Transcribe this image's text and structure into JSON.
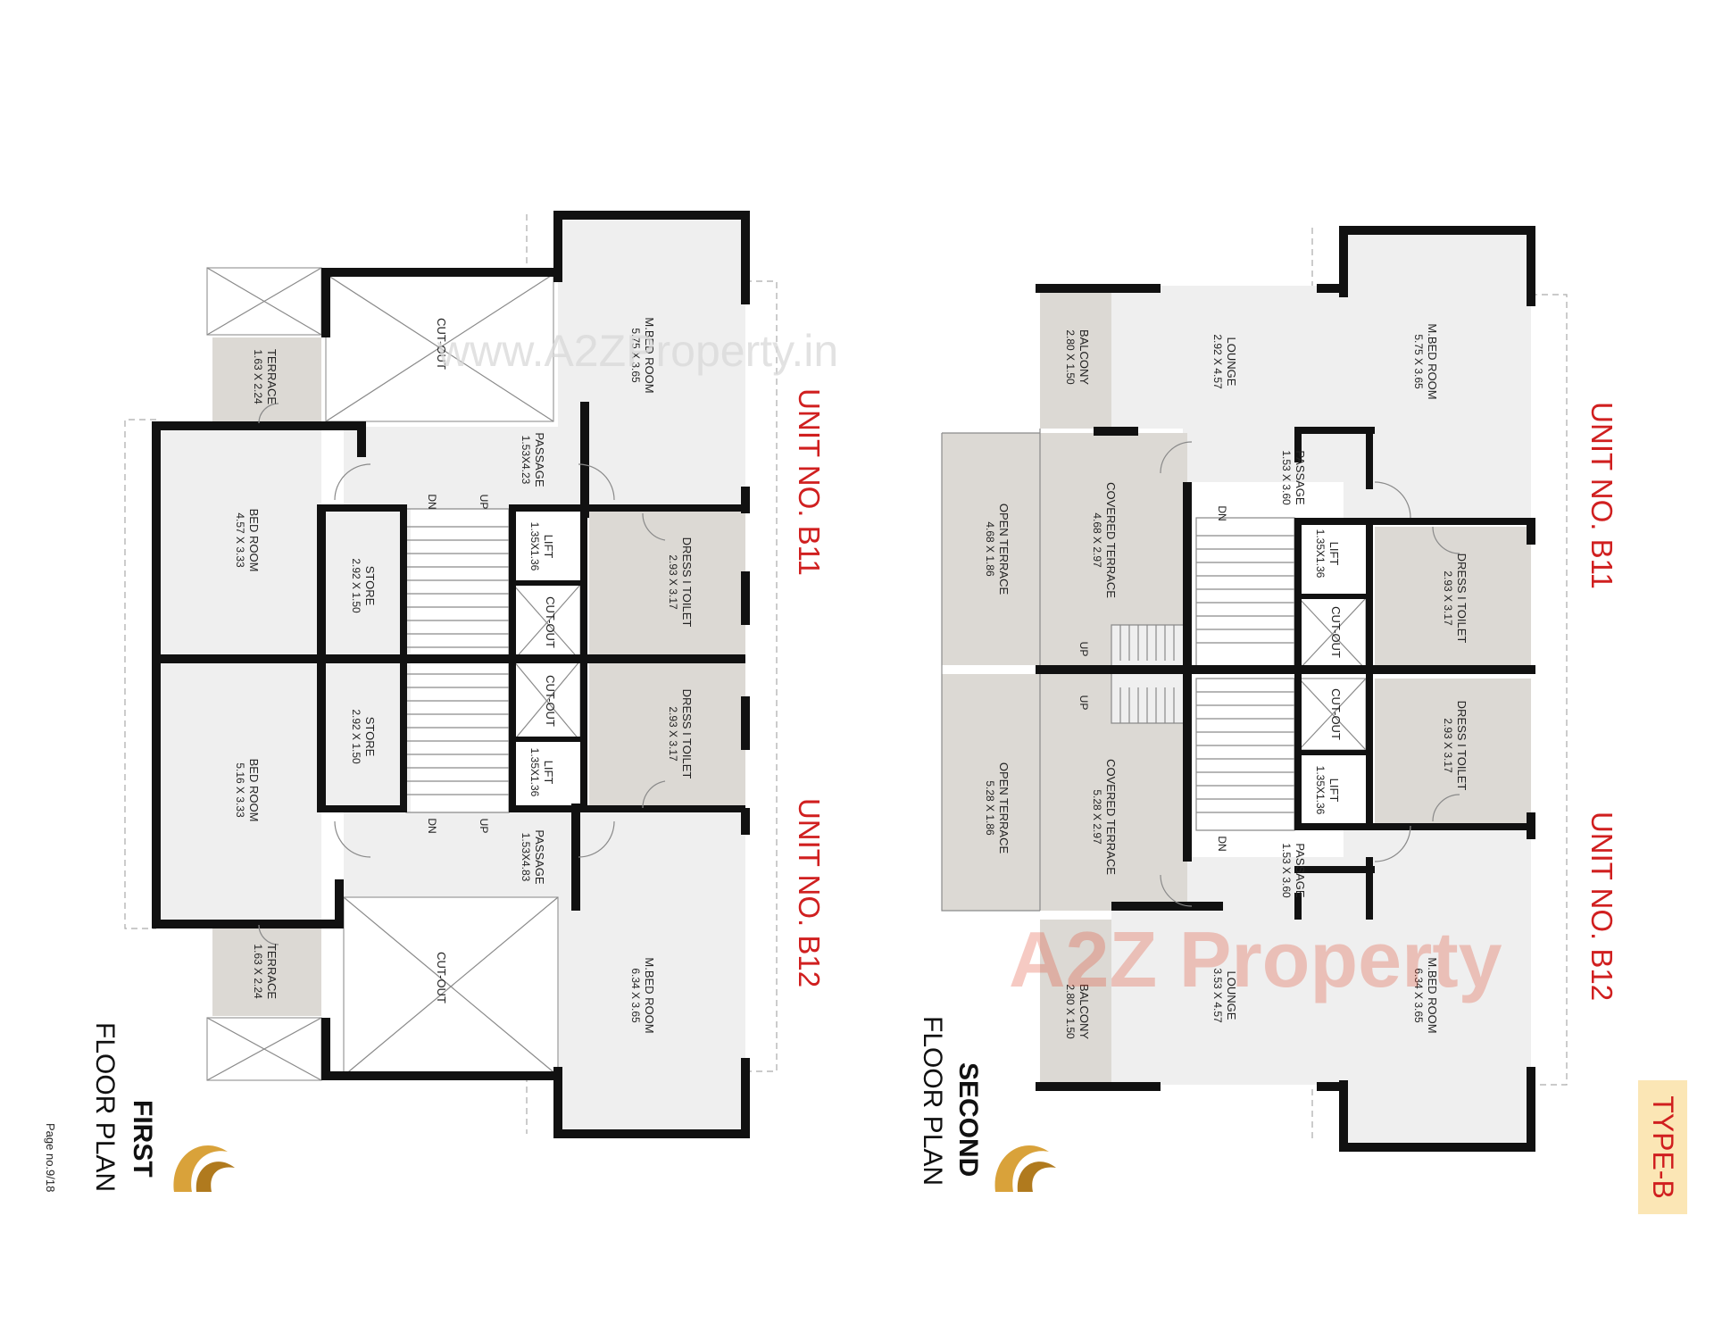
{
  "watermarks": {
    "site": "www.A2ZProperty.in",
    "brand": "A2Z Property"
  },
  "page_number": "Page no.9/18",
  "type_badge": "TYPE-B",
  "first_floor": {
    "title_bold": "FIRST",
    "title_rest": "FLOOR PLAN",
    "unit_b11": "UNIT NO. B11",
    "unit_b12": "UNIT NO. B12",
    "rooms": {
      "mbed_top": {
        "name": "M.BED ROOM",
        "area": "5.75 X 3.65"
      },
      "cutout_top": {
        "name": "CUT-OUT"
      },
      "terrace_top": {
        "name": "TERRACE",
        "area": "1.63 X 2.24"
      },
      "bed_top": {
        "name": "BED ROOM",
        "area": "4.57 X 3.33"
      },
      "passage_top": {
        "name": "PASSAGE",
        "area": "1.53X4.23"
      },
      "store_top": {
        "name": "STORE",
        "area": "2.92 X 1.50"
      },
      "lift_top": {
        "name": "LIFT",
        "area": "1.35X1.36"
      },
      "cut_lift_top": {
        "name": "CUT-OUT"
      },
      "dress_top": {
        "name": "DRESS I TOILET",
        "area": "2.93 X 3.17"
      },
      "dress_bot": {
        "name": "DRESS I TOILET",
        "area": "2.93 X 3.17"
      },
      "cut_lift_bot": {
        "name": "CUT-OUT"
      },
      "lift_bot": {
        "name": "LIFT",
        "area": "1.35X1.36"
      },
      "store_bot": {
        "name": "STORE",
        "area": "2.92 X 1.50"
      },
      "bed_bot": {
        "name": "BED ROOM",
        "area": "5.16 X 3.33"
      },
      "passage_bot": {
        "name": "PASSAGE",
        "area": "1.53X4.83"
      },
      "terrace_bot": {
        "name": "TERRACE",
        "area": "1.63 X 2.24"
      },
      "cutout_bot": {
        "name": "CUT-OUT"
      },
      "mbed_bot": {
        "name": "M.BED ROOM",
        "area": "6.34 X 3.65"
      }
    },
    "stairs": {
      "dn_top": "DN",
      "up_top": "UP",
      "dn_bot": "DN",
      "up_bot": "UP"
    }
  },
  "second_floor": {
    "title_bold": "SECOND",
    "title_rest": "FLOOR PLAN",
    "unit_b11": "UNIT NO. B11",
    "unit_b12": "UNIT NO. B12",
    "rooms": {
      "balcony_top": {
        "name": "BALCONY",
        "area": "2.80 X 1.50"
      },
      "lounge_top": {
        "name": "LOUNGE",
        "area": "2.92 X 4.57"
      },
      "mbed_top": {
        "name": "M.BED ROOM",
        "area": "5.75 X 3.65"
      },
      "passage_top": {
        "name": "PASSAGE",
        "area": "1.53 X 3.60"
      },
      "covered_top": {
        "name": "COVERED TERRACE",
        "area": "4.68 X 2.97"
      },
      "open_top": {
        "name": "OPEN TERRACE",
        "area": "4.68 X 1.86"
      },
      "lift_top": {
        "name": "LIFT",
        "area": "1.35X1.36"
      },
      "cut_top": {
        "name": "CUT-OUT"
      },
      "dress_top": {
        "name": "DRESS I TOILET",
        "area": "2.93 X 3.17"
      },
      "cut_bot": {
        "name": "CUT-OUT"
      },
      "lift_bot": {
        "name": "LIFT",
        "area": "1.35X1.36"
      },
      "dress_bot": {
        "name": "DRESS I TOILET",
        "area": "2.93 X 3.17"
      },
      "open_bot": {
        "name": "OPEN TERRACE",
        "area": "5.28 X 1.86"
      },
      "covered_bot": {
        "name": "COVERED TERRACE",
        "area": "5.28 X 2.97"
      },
      "passage_bot": {
        "name": "PASSAGE",
        "area": "1.53 X 3.60"
      },
      "balcony_bot": {
        "name": "BALCONY",
        "area": "2.80 X 1.50"
      },
      "lounge_bot": {
        "name": "LOUNGE",
        "area": "3.53 X 4.57"
      },
      "mbed_bot": {
        "name": "M.BED ROOM",
        "area": "6.34 X 3.65"
      }
    },
    "stairs": {
      "dn_top": "DN",
      "up_top": "UP",
      "up_bot": "UP",
      "dn_bot": "DN"
    }
  }
}
